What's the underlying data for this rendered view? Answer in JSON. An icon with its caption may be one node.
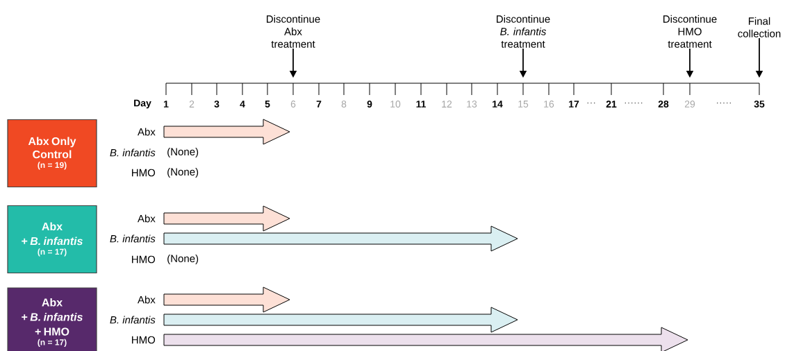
{
  "diagram": {
    "nodes": [
      {
        "text": [
          "Abx Only Control",
          "(n = 19)"
        ]
      },
      {
        "text": [
          "Abx",
          "+ *B. infantis*",
          "(n = 17)"
        ]
      },
      {
        "text": [
          "Abx",
          "+ *B. infantis*",
          "+ HMO",
          "(n = 17)"
        ]
      },
      {
        "text": [
          "Discontinue Abx treatment"
        ]
      },
      {
        "text": [
          "Discontinue *B. infantis* treatment"
        ]
      },
      {
        "text": [
          "Discontinue HMO treatment"
        ]
      },
      {
        "text": [
          "Final collection"
        ]
      }
    ],
    "edges": [
      {
        "from": 3,
        "to": null,
        "arrow": "to"
      },
      {
        "from": 4,
        "to": null,
        "arrow": "to"
      },
      {
        "from": 5,
        "to": null,
        "arrow": "to"
      },
      {
        "from": 6,
        "to": null,
        "arrow": "to"
      }
    ],
    "labels": [
      "Day",
      "1",
      "2",
      "3",
      "4",
      "5",
      "6",
      "7",
      "8",
      "9",
      "10",
      "11",
      "12",
      "13",
      "14",
      "15",
      "16",
      "17",
      "···",
      "21",
      "······",
      "28",
      "29",
      "·····",
      "35",
      "Abx",
      "B. infantis",
      "(None)",
      "HMO",
      "(None)",
      "Abx",
      "B. infantis",
      "HMO",
      "(None)",
      "Abx",
      "B. infantis",
      "HMO"
    ]
  }
}
